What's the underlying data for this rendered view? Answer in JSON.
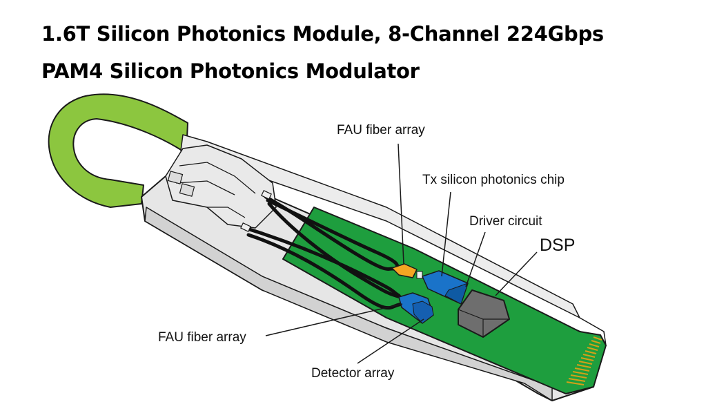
{
  "title": {
    "line1": "1.6T Silicon Photonics Module, 8-Channel 224Gbps",
    "line2": "PAM4 Silicon Photonics Modulator"
  },
  "labels": {
    "fau_top": "FAU fiber array",
    "tx_chip": "Tx silicon photonics chip",
    "driver": "Driver circuit",
    "dsp": "DSP",
    "fau_bottom": "FAU fiber array",
    "detector": "Detector array"
  },
  "colors": {
    "pull_tab": "#8cc63f",
    "pcb": "#1e9e3e",
    "housing": "#e6e6e6",
    "fau_top": "#f5a623",
    "tx_chip": "#1a73c9",
    "detector": "#1a73c9",
    "dsp": "#6e6e6e",
    "contacts": "#d4a017"
  }
}
